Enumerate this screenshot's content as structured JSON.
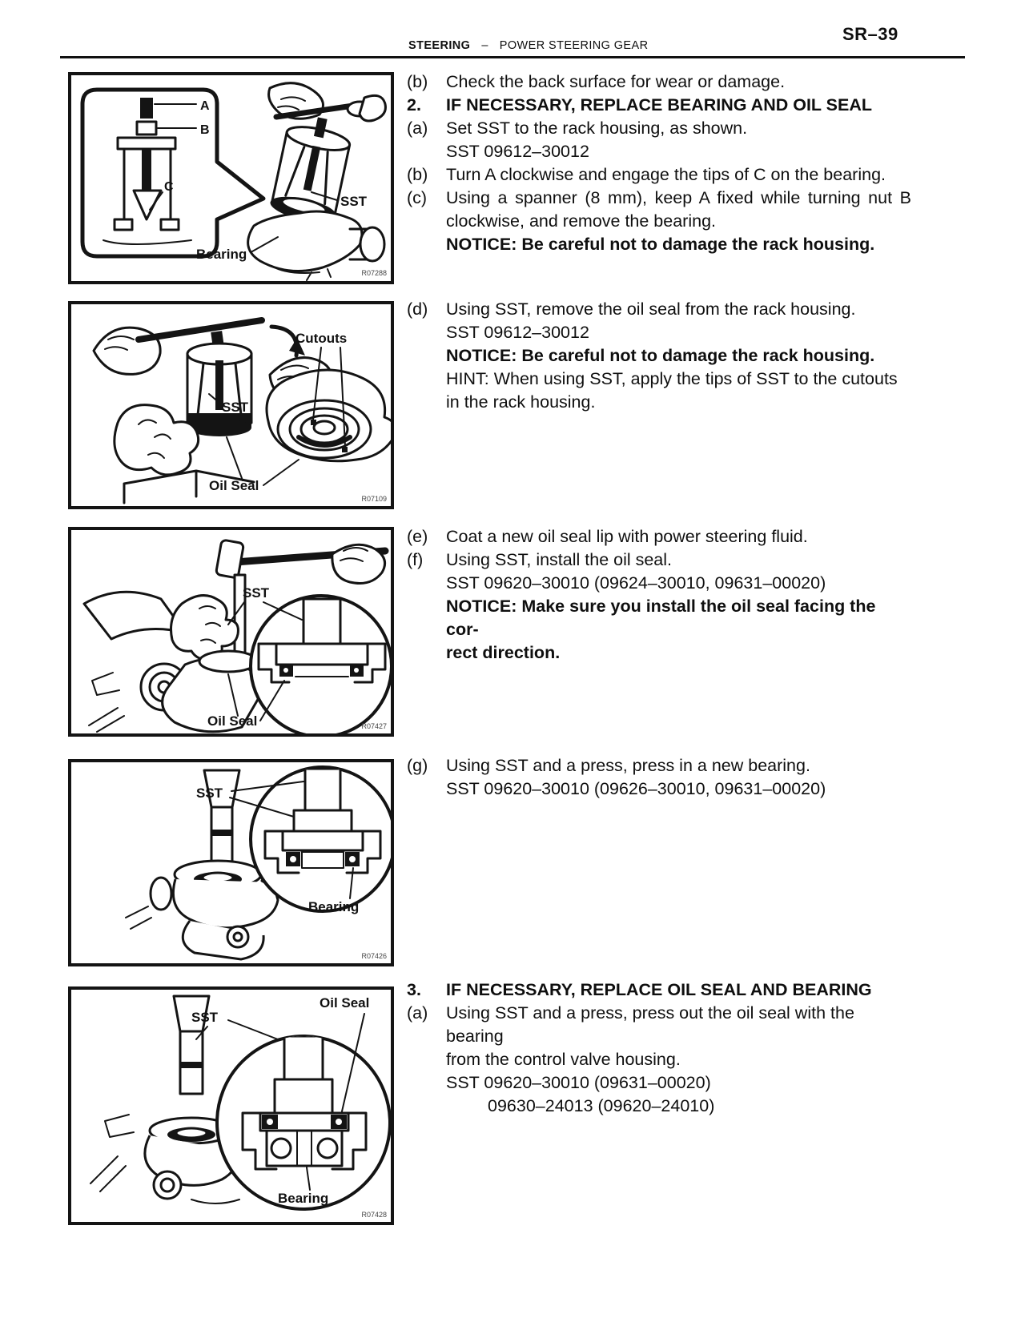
{
  "header": {
    "page_code": "SR–39",
    "section": "STEERING",
    "dash": "–",
    "subsection": "POWER STEERING GEAR"
  },
  "figures": [
    {
      "ref": "R07288",
      "labels": {
        "a": "A",
        "b": "B",
        "c": "C",
        "sst": "SST",
        "bearing": "Bearing"
      }
    },
    {
      "ref": "R07109",
      "labels": {
        "cutouts": "Cutouts",
        "sst": "SST",
        "oil_seal": "Oil Seal"
      }
    },
    {
      "ref": "R07427",
      "labels": {
        "sst": "SST",
        "oil_seal": "Oil Seal"
      }
    },
    {
      "ref": "R07426",
      "labels": {
        "sst": "SST",
        "bearing": "Bearing"
      }
    },
    {
      "ref": "R07428",
      "labels": {
        "oil_seal": "Oil Seal",
        "sst": "SST",
        "bearing": "Bearing"
      }
    }
  ],
  "procedure": {
    "blocks": [
      {
        "rows": [
          {
            "label": "(b)",
            "text": "Check the back surface for wear or damage."
          },
          {
            "label": "2.",
            "text": "IF NECESSARY, REPLACE BEARING AND OIL SEAL"
          },
          {
            "label": "(a)",
            "text": "Set SST to the rack housing, as shown."
          },
          {
            "label": "",
            "text": "SST 09612–30012"
          },
          {
            "label": "(b)",
            "text": "Turn A clockwise and engage the tips of C on the bearing."
          },
          {
            "label": "(c)",
            "text": "Using a spanner (8 mm), keep A fixed while turning nut B"
          },
          {
            "label": "",
            "text": "clockwise, and remove the bearing."
          },
          {
            "label": "",
            "text": "NOTICE: Be careful not to damage the rack housing."
          }
        ]
      },
      {
        "rows": [
          {
            "label": "(d)",
            "text": "Using SST, remove the oil seal from the rack housing."
          },
          {
            "label": "",
            "text": "SST 09612–30012"
          },
          {
            "label": "",
            "text": "NOTICE: Be careful not to damage the rack housing."
          },
          {
            "label": "",
            "text": "HINT: When using SST, apply the tips of SST to the cutouts"
          },
          {
            "label": "",
            "text": "in the rack housing."
          }
        ]
      },
      {
        "rows": [
          {
            "label": "(e)",
            "text": "Coat a new oil seal lip with power steering fluid."
          },
          {
            "label": "(f)",
            "text": "Using SST, install the oil seal."
          },
          {
            "label": "",
            "text": "SST 09620–30010 (09624–30010, 09631–00020)"
          },
          {
            "label": "",
            "text": "NOTICE: Make sure you install the oil seal facing the cor-"
          },
          {
            "label": "",
            "text": "rect direction."
          }
        ]
      },
      {
        "rows": [
          {
            "label": "(g)",
            "text": "Using SST and a press, press in a new bearing."
          },
          {
            "label": "",
            "text": "SST 09620–30010 (09626–30010, 09631–00020)"
          }
        ]
      },
      {
        "rows": [
          {
            "label": "3.",
            "text": "IF NECESSARY, REPLACE OIL SEAL AND BEARING"
          },
          {
            "label": "(a)",
            "text": "Using SST and a press, press out the oil seal with the bearing"
          },
          {
            "label": "",
            "text": "from the control valve housing."
          },
          {
            "label": "",
            "text": "SST 09620–30010 (09631–00020)"
          },
          {
            "label": "",
            "text": "09630–24013 (09620–24010)"
          }
        ]
      }
    ]
  }
}
